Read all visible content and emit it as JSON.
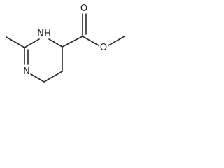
{
  "molecule": {
    "atoms": {
      "ring_nitrogen_nh": "N",
      "ring_hydrogen": "H",
      "ring_nitrogen_imine": "N",
      "carbonyl_oxygen": "O",
      "ester_oxygen": "O"
    },
    "colors": {
      "bond": "#2a2a2a",
      "label": "#222222",
      "background": "#ffffff"
    }
  }
}
